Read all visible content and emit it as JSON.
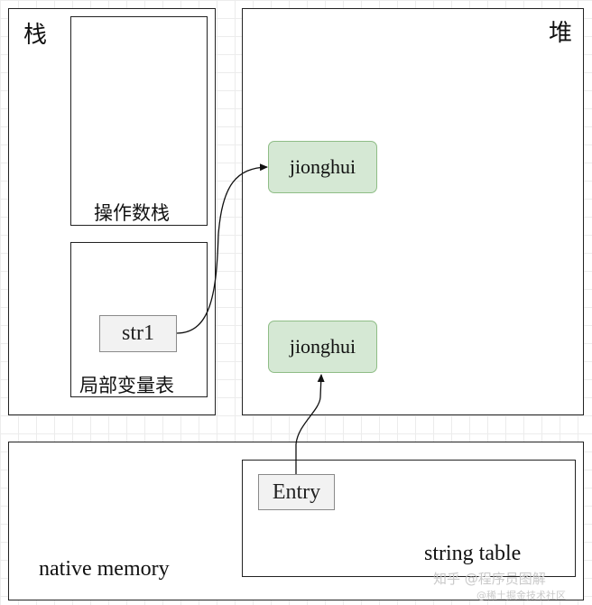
{
  "stack": {
    "title": "栈",
    "operand_stack_label": "操作数栈",
    "local_var_table_label": "局部变量表",
    "var_name": "str1"
  },
  "heap": {
    "title": "堆",
    "object_top": "jionghui",
    "object_bottom": "jionghui"
  },
  "native": {
    "title": "native memory",
    "string_table_label": "string table",
    "entry_label": "Entry"
  },
  "colors": {
    "heap_object_fill": "#d5e8d4",
    "heap_object_border": "#8fbd86",
    "ref_box_fill": "#f2f2f2"
  },
  "watermark": {
    "line1": "知乎 @程序员图解",
    "line2": "@稀土掘金技术社区"
  }
}
